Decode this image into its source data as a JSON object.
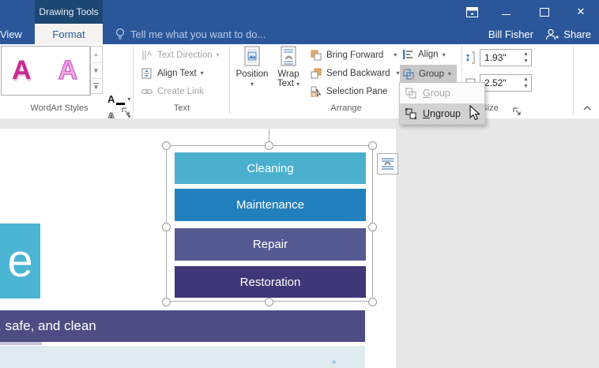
{
  "titlebar": {
    "contextual_label": "Drawing Tools",
    "user": "Bill Fisher",
    "share": "Share"
  },
  "tabs": {
    "view": "View",
    "format": "Format",
    "tellme": "Tell me what you want to do..."
  },
  "ribbon": {
    "wordart": {
      "label": "WordArt Styles",
      "glyph_a": "A"
    },
    "text_group": {
      "label": "Text",
      "text_direction": "Text Direction",
      "align_text": "Align Text",
      "create_link": "Create Link"
    },
    "arrange": {
      "label": "Arrange",
      "position": "Position",
      "wrap_line1": "Wrap",
      "wrap_line2": "Text",
      "bring_forward": "Bring Forward",
      "send_backward": "Send Backward",
      "selection_pane": "Selection Pane",
      "align": "Align",
      "group": "Group"
    },
    "size": {
      "label": "Size",
      "height": "1.93\"",
      "width": "2.52\""
    }
  },
  "group_menu": {
    "items": [
      {
        "accel": "G",
        "rest": "roup",
        "state": "disabled"
      },
      {
        "accel": "U",
        "rest": "ngroup",
        "state": "hovered"
      }
    ]
  },
  "document": {
    "wordart_fragment": "e",
    "banner": ", safe, and clean",
    "shapes": [
      {
        "label": "Cleaning",
        "color": "#4BB0CE"
      },
      {
        "label": "Maintenance",
        "color": "#2380BE"
      },
      {
        "label": "Repair",
        "color": "#565A93"
      },
      {
        "label": "Restoration",
        "color": "#3F3878"
      }
    ]
  },
  "icons": {
    "dropdown_arrow": "▾",
    "spin_up": "▲",
    "spin_down": "▼",
    "close": "✕",
    "gallery_up": "▲",
    "gallery_down": "▼",
    "collapse": "⌃"
  },
  "colors": {
    "titlebar": "#2B579A",
    "contextual_tab": "#1D4773",
    "menu_hover": "#D2D2D2",
    "group_button_pressed": "#C8C8C8"
  }
}
